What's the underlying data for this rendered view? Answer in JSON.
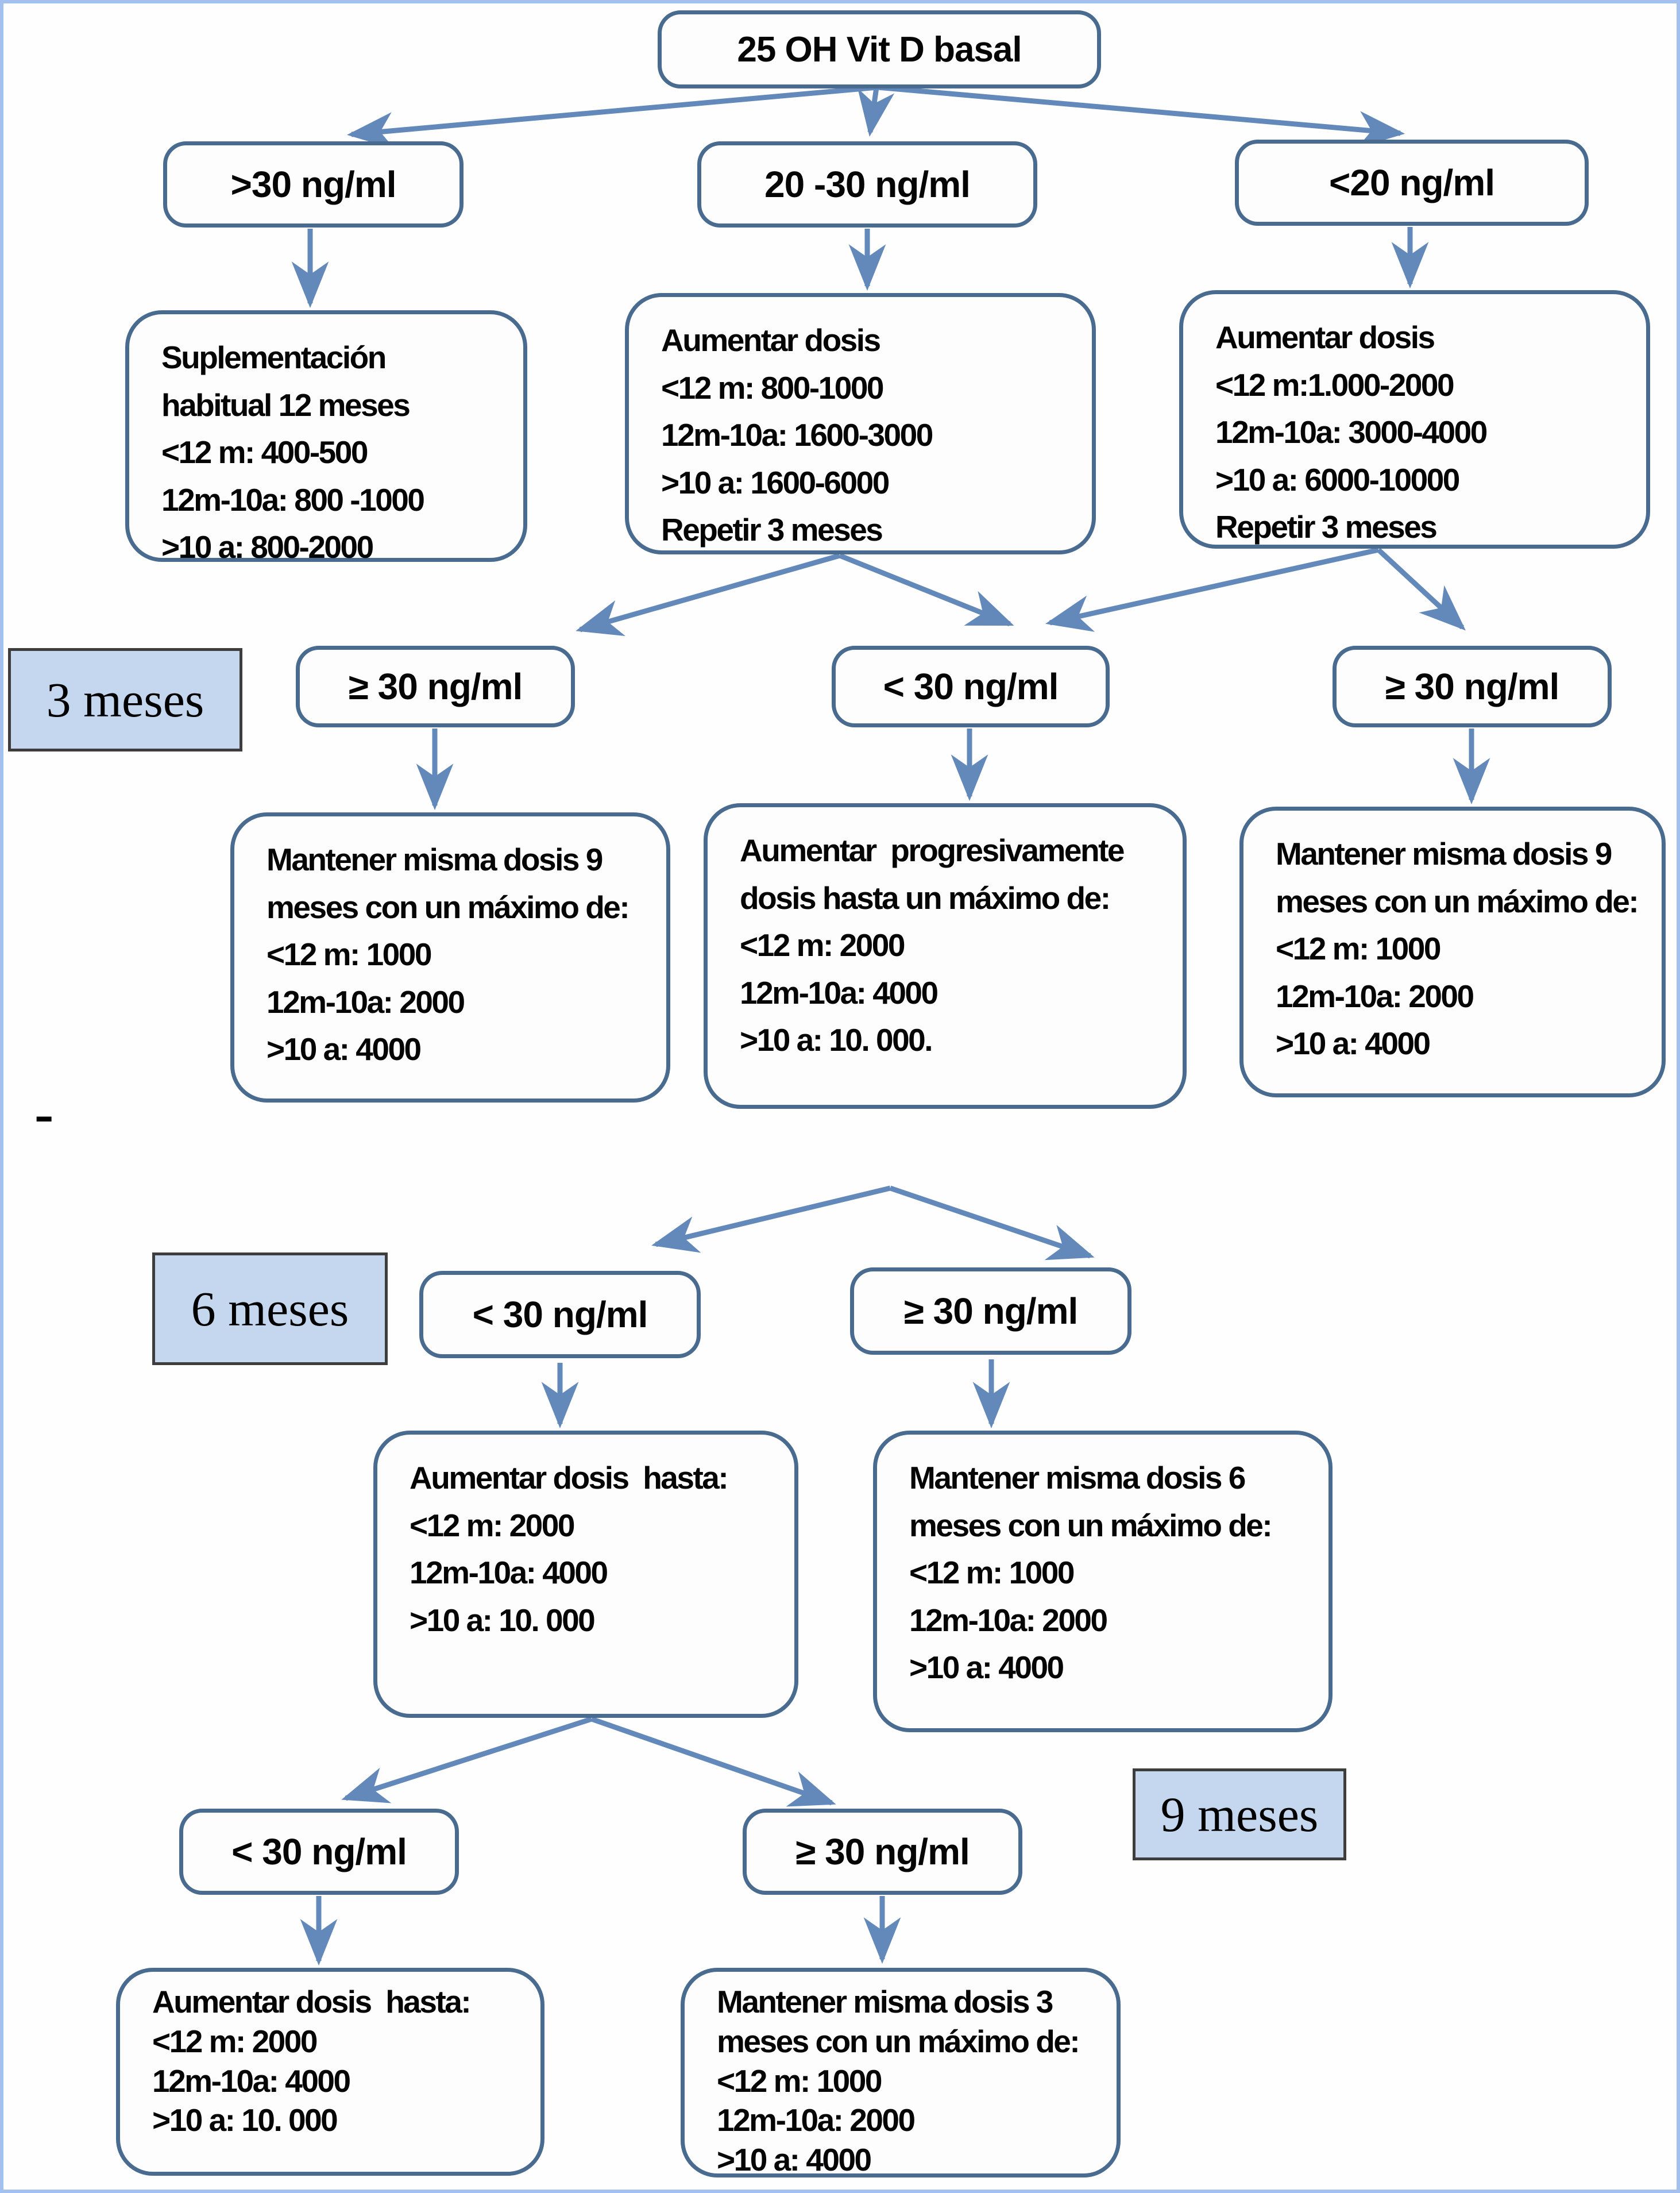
{
  "colors": {
    "frame_border": "#a4c0ef",
    "node_border": "#4a6b90",
    "arrow": "#6289ba",
    "stage_label_fill": "#c5d7ee",
    "stage_label_border": "#3d3d3d",
    "text": "#050505"
  },
  "root": {
    "label": "25 OH Vit D basal"
  },
  "stages": {
    "m3": "3 meses",
    "m6": "6 meses",
    "m9": "9 meses"
  },
  "stray_mark": "-",
  "level1": {
    "decisions": {
      "left": ">30 ng/ml",
      "mid": "20 -30 ng/ml",
      "right": "<20 ng/ml"
    },
    "results": {
      "left": {
        "lines": [
          "Suplementación",
          "habitual 12 meses",
          "<12 m: 400-500",
          "12m-10a: 800 -1000",
          ">10 a: 800-2000"
        ]
      },
      "mid": {
        "lines": [
          "Aumentar dosis",
          "<12 m: 800-1000",
          "12m-10a: 1600-3000",
          ">10 a: 1600-6000",
          "Repetir 3 meses"
        ]
      },
      "right": {
        "lines": [
          "Aumentar dosis",
          "<12 m:1.000-2000",
          "12m-10a: 3000-4000",
          ">10 a: 6000-10000",
          "Repetir 3 meses"
        ]
      }
    }
  },
  "level2": {
    "decisions": {
      "left": "≥ 30 ng/ml",
      "mid": "< 30 ng/ml",
      "right": "≥ 30 ng/ml"
    },
    "results": {
      "left": {
        "lines": [
          "Mantener misma dosis 9",
          "meses con un máximo de:",
          "<12 m: 1000",
          "12m-10a: 2000",
          ">10 a: 4000"
        ]
      },
      "mid": {
        "lines": [
          "Aumentar  progresivamente",
          "dosis hasta un máximo de:",
          "<12 m: 2000",
          "12m-10a: 4000",
          ">10 a: 10. 000."
        ]
      },
      "right": {
        "lines": [
          "Mantener misma dosis 9",
          "meses con un máximo de:",
          "<12 m: 1000",
          "12m-10a: 2000",
          ">10 a: 4000"
        ]
      }
    }
  },
  "level3": {
    "decisions": {
      "left": "< 30 ng/ml",
      "right": "≥ 30 ng/ml"
    },
    "results": {
      "left": {
        "lines": [
          "Aumentar dosis  hasta:",
          "<12 m: 2000",
          "12m-10a: 4000",
          ">10 a: 10. 000"
        ]
      },
      "right": {
        "lines": [
          "Mantener misma dosis 6",
          "meses con un máximo de:",
          "<12 m: 1000",
          "12m-10a: 2000",
          ">10 a: 4000"
        ]
      }
    }
  },
  "level4": {
    "decisions": {
      "left": "< 30 ng/ml",
      "mid": "≥ 30 ng/ml"
    },
    "results": {
      "left": {
        "lines": [
          "Aumentar dosis  hasta:",
          "<12 m: 2000",
          "12m-10a: 4000",
          ">10 a: 10. 000"
        ]
      },
      "mid": {
        "lines": [
          "Mantener misma dosis 3",
          "meses con un máximo de:",
          "<12 m: 1000",
          "12m-10a: 2000",
          ">10 a: 4000"
        ]
      }
    }
  }
}
